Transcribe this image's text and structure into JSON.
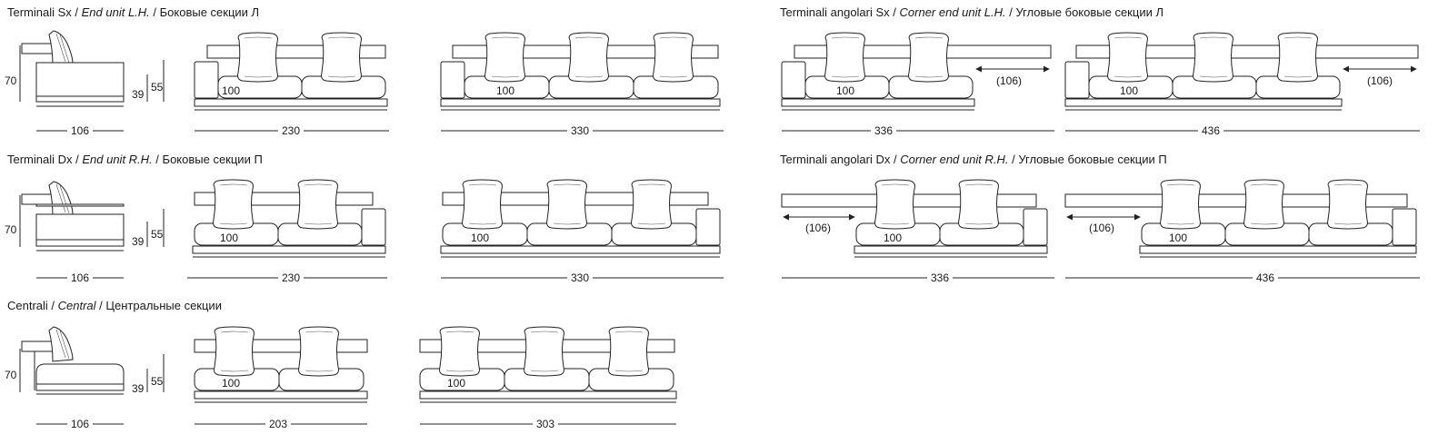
{
  "sections": {
    "end_left": {
      "a": "Terminali Sx",
      "sep1": " / ",
      "b": "End unit L.H.",
      "sep2": " / ",
      "c": "Боковые секции Л"
    },
    "end_right": {
      "a": "Terminali Dx",
      "sep1": " / ",
      "b": "End unit R.H.",
      "sep2": " / ",
      "c": "Боковые секции П"
    },
    "central": {
      "a": "Centrali",
      "sep1": " / ",
      "b": "Central",
      "sep2": " / ",
      "c": "Центральные секции"
    },
    "corner_left": {
      "a": "Terminali angolari Sx",
      "sep1": " / ",
      "b": "Corner end unit L.H.",
      "sep2": " / ",
      "c": "Угловые боковые секции Л"
    },
    "corner_right": {
      "a": "Terminali angolari Dx",
      "sep1": " / ",
      "b": "Corner end unit R.H.",
      "sep2": " / ",
      "c": "Угловые боковые секции П"
    }
  },
  "side_dims": {
    "height": "70",
    "seat": "39",
    "arm": "55",
    "depth": "106"
  },
  "seat_label": "100",
  "ext_label": "(106)",
  "widths": {
    "w230": "230",
    "w330": "330",
    "w203": "203",
    "w303": "303",
    "w336": "336",
    "w436": "436"
  }
}
